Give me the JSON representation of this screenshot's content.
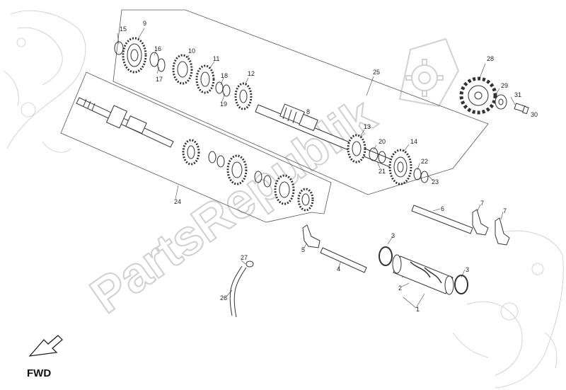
{
  "watermark": {
    "text": "PartsRepublik",
    "color": "#d6d6d6"
  },
  "fwd_label": "FWD",
  "colors": {
    "line": "#333333",
    "faint": "#cfcfcf"
  },
  "labels": [
    "1",
    "2",
    "3",
    "3",
    "4",
    "5",
    "6",
    "7",
    "7",
    "8",
    "9",
    "10",
    "11",
    "12",
    "13",
    "14",
    "15",
    "16",
    "17",
    "18",
    "19",
    "20",
    "21",
    "22",
    "23",
    "24",
    "25",
    "26",
    "27",
    "28",
    "29",
    "30",
    "31"
  ]
}
